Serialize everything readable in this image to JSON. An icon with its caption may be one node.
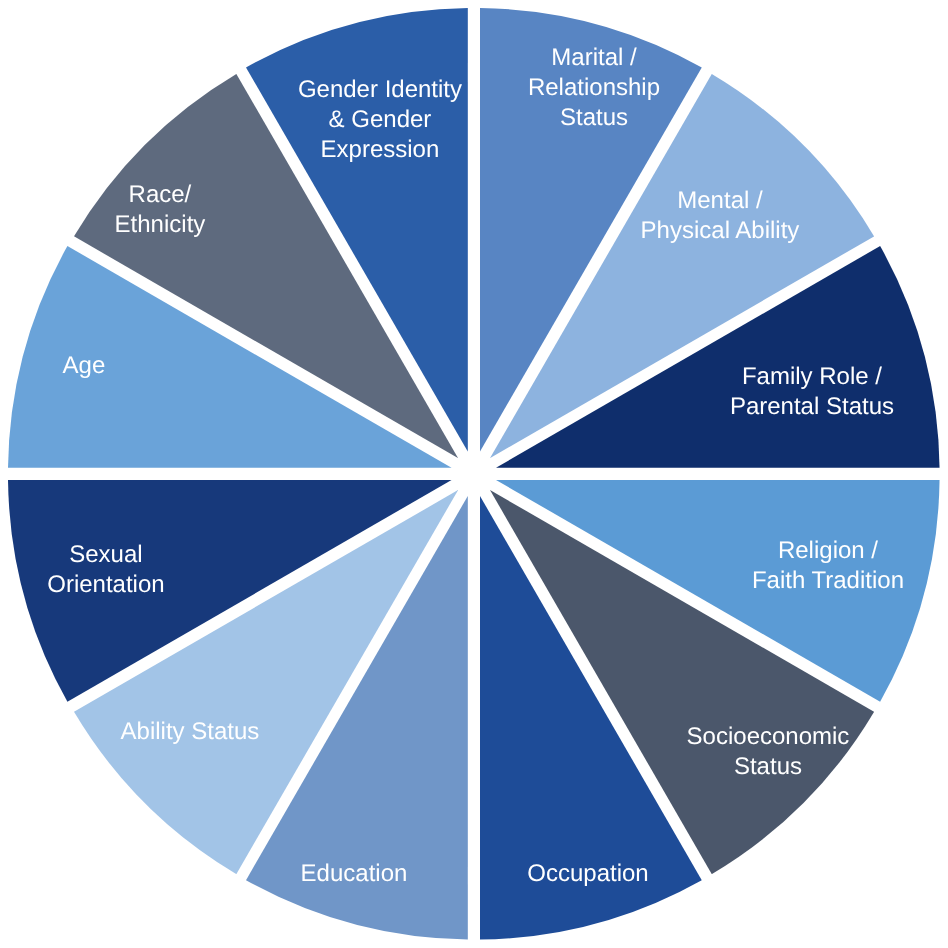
{
  "diagram": {
    "nodes": [
      {
        "text": [
          "Marital / Relationship Status"
        ]
      },
      {
        "text": [
          "Mental / Physical Ability"
        ]
      },
      {
        "text": [
          "Family Role / Parental Status"
        ]
      },
      {
        "text": [
          "Religion / Faith Tradition"
        ]
      },
      {
        "text": [
          "Socioeconomic Status"
        ]
      },
      {
        "text": [
          "Occupation"
        ]
      },
      {
        "text": [
          "Education"
        ]
      },
      {
        "text": [
          "Ability Status"
        ]
      },
      {
        "text": [
          "Sexual Orientation"
        ]
      },
      {
        "text": [
          "Age"
        ]
      },
      {
        "text": [
          "Race/ Ethnicity"
        ]
      },
      {
        "text": [
          "Gender Identity & Gender Expression"
        ]
      }
    ]
  }
}
